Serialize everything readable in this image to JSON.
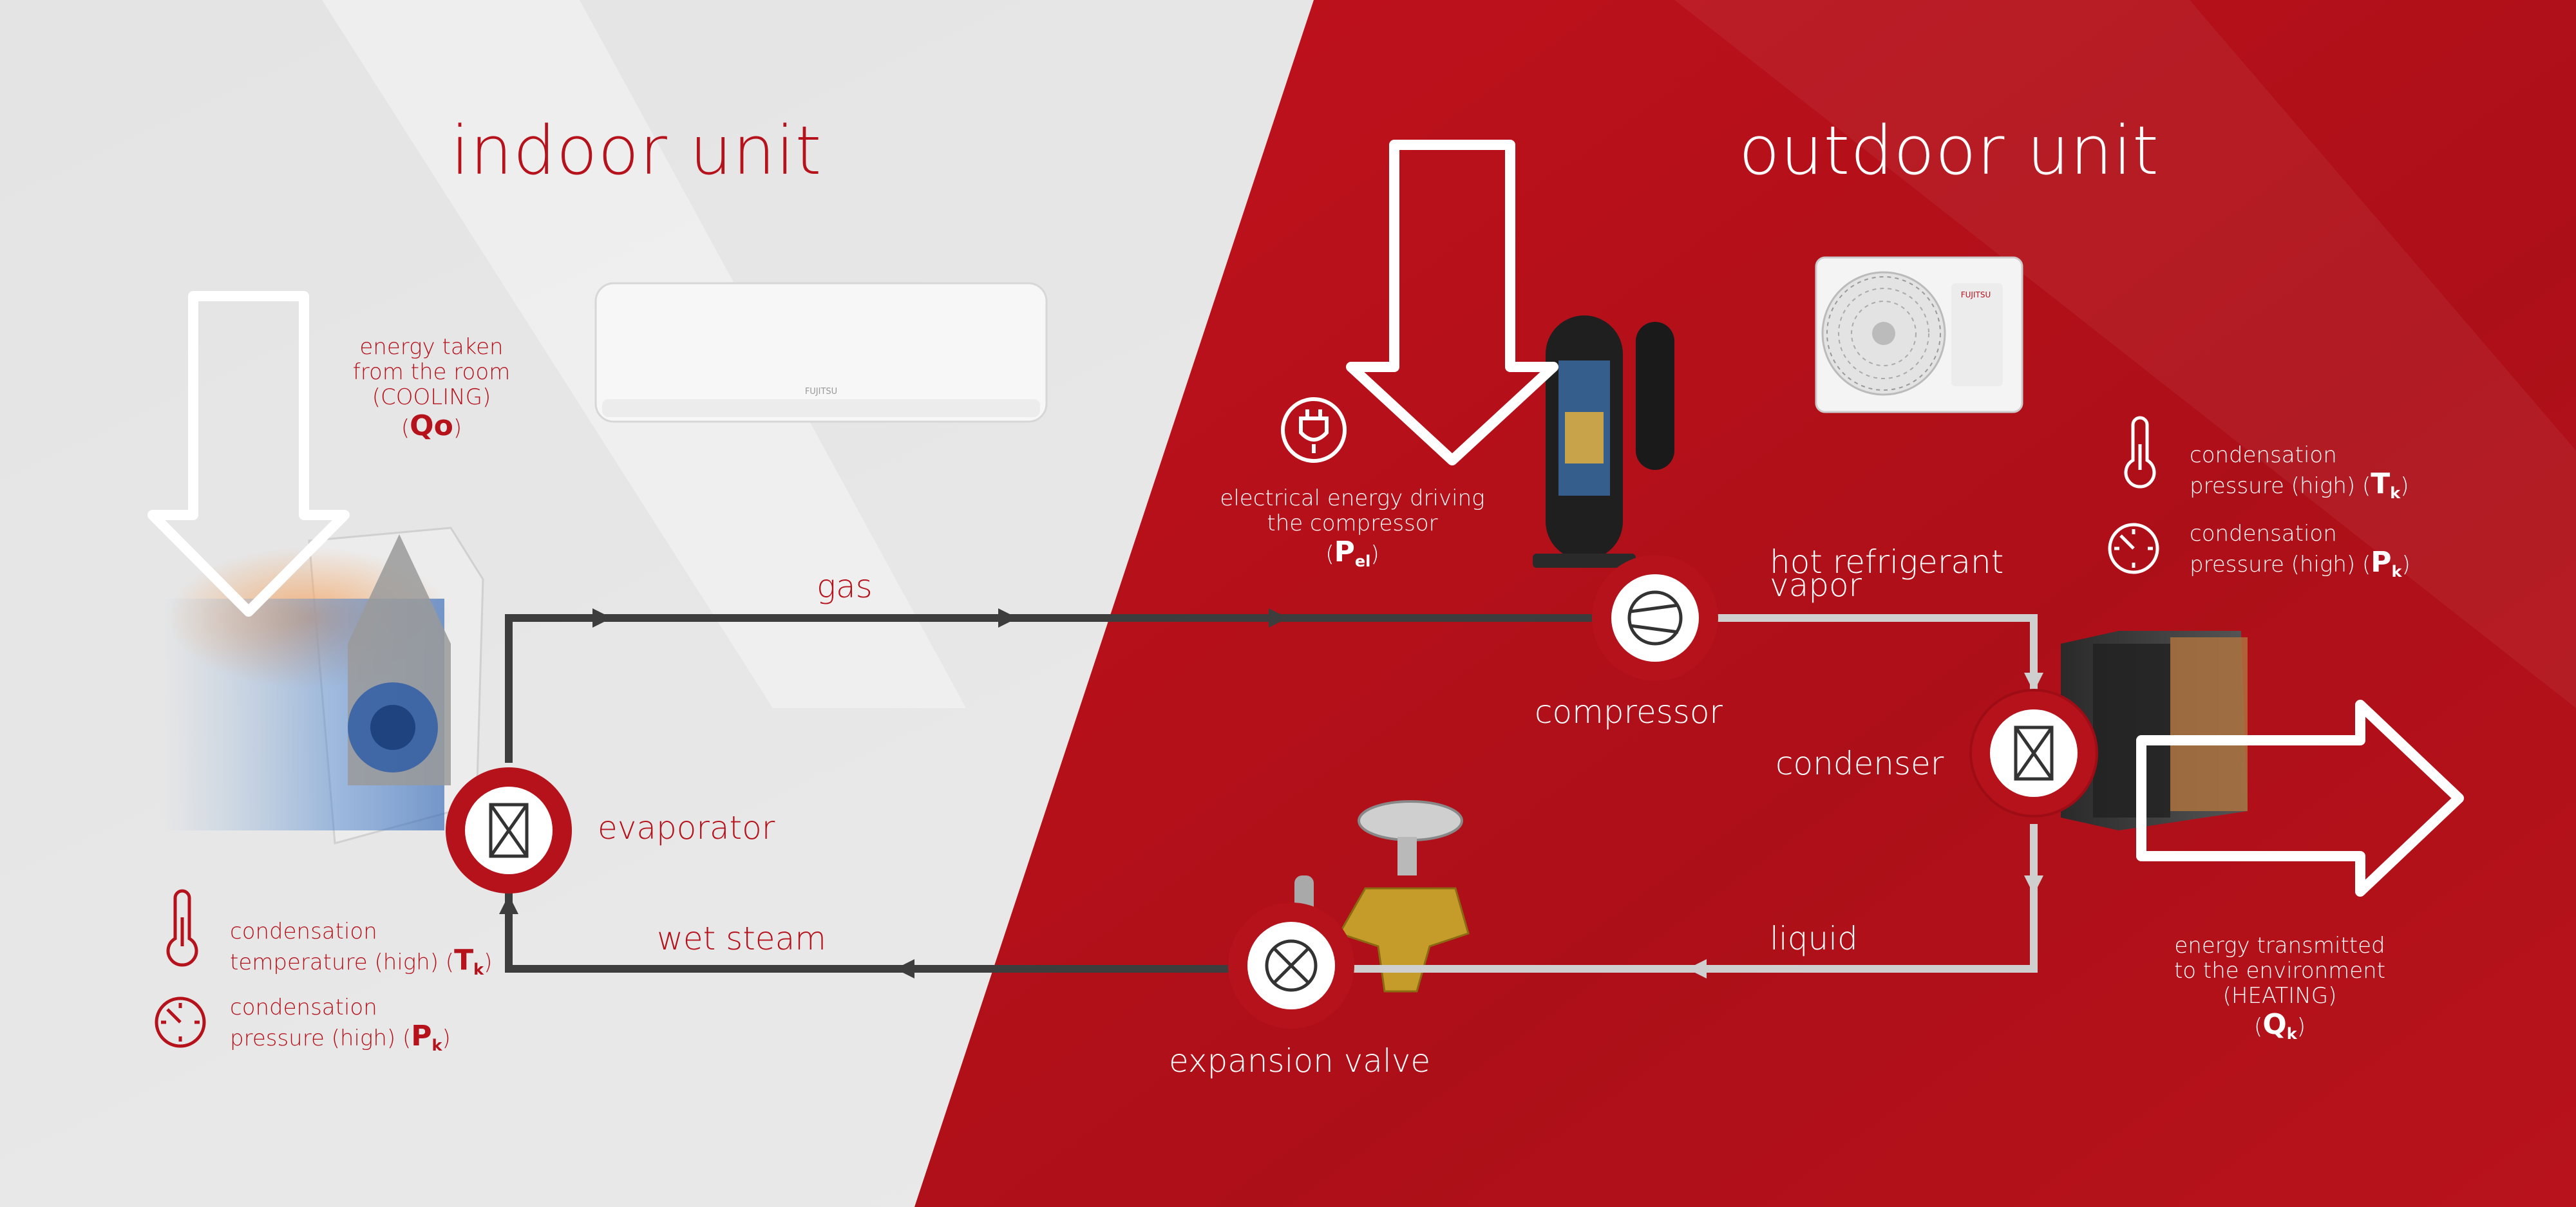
{
  "indoor_title": "indoor unit",
  "outdoor_title": "outdoor unit",
  "indoor_energy": {
    "lines": [
      "energy taken",
      "from the room",
      "(COOLING)"
    ],
    "symbol": "Qo",
    "open": "(",
    "close": ")"
  },
  "electrical_energy": {
    "lines": [
      "electrical energy driving",
      "the compressor"
    ],
    "symbol": "P",
    "sub": "el",
    "open": "(",
    "close": ")"
  },
  "outdoor_energy": {
    "lines": [
      "energy transmitted",
      "to the environment",
      "(HEATING)"
    ],
    "symbol": "Q",
    "sub": "k",
    "open": "(",
    "close": ")"
  },
  "outdoor_temp": {
    "lines": [
      "condensation"
    ],
    "tail": "pressure (high) (",
    "symbol": "T",
    "sub": "k",
    "close": ")"
  },
  "outdoor_pressure": {
    "lines": [
      "condensation"
    ],
    "tail": "pressure (high) (",
    "symbol": "P",
    "sub": "k",
    "close": ")"
  },
  "indoor_temp": {
    "lines": [
      "condensation"
    ],
    "tail": "temperature (high) (",
    "symbol": "T",
    "sub": "k",
    "close": ")"
  },
  "indoor_pressure": {
    "lines": [
      "condensation"
    ],
    "tail": "pressure (high) (",
    "symbol": "P",
    "sub": "k",
    "close": ")"
  },
  "components": {
    "evaporator": "evaporator",
    "compressor": "compressor",
    "condenser": "condenser",
    "expansion_valve": "expansion valve"
  },
  "flows": {
    "gas": "gas",
    "hot_vapor_1": "hot refrigerant",
    "hot_vapor_2": "vapor",
    "liquid": "liquid",
    "wet_steam": "wet steam"
  },
  "brand": "FUJITSU",
  "colors": {
    "red": "#b5121b",
    "dark_red": "#9e0d16",
    "pipe_dark": "#3d3d3d",
    "pipe_light": "#cfcfcf",
    "bg_light": "#e6e6e6"
  }
}
